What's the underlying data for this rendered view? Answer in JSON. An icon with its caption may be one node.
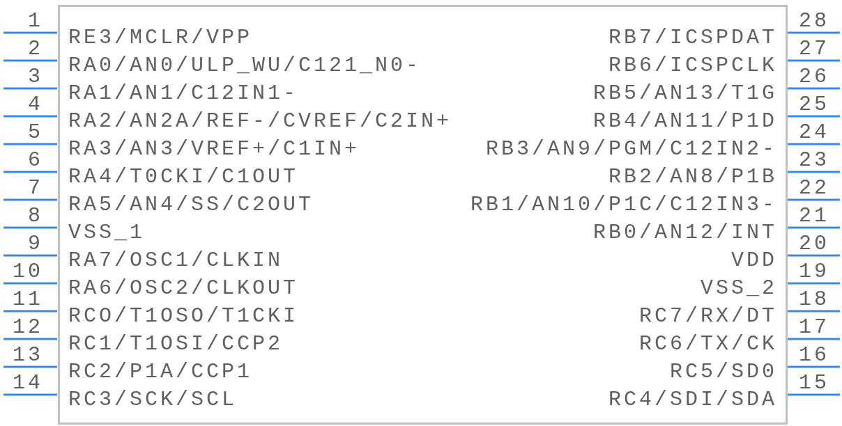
{
  "diagram": {
    "nodes": [
      {
        "text": [
          "RE3/MCLR/VPP",
          "RA0/AN0/ULP_WU/C121_N0-",
          "RA1/AN1/C12IN1-",
          "RA2/AN2A/REF-/CVREF/C2IN+",
          "RA3/AN3/VREF+/C1IN+",
          "RA4/T0CKI/C1OUT",
          "RA5/AN4/SS/C2OUT",
          "VSS_1",
          "RA7/OSC1/CLKIN",
          "RA6/OSC2/CLKOUT",
          "RCO/T1OSO/T1CKI",
          "RC1/T1OSI/CCP2",
          "RC2/P1A/CCP1",
          "RC3/SCK/SCL",
          "RB7/ICSPDAT",
          "RB6/ICSPCLK",
          "RB5/AN13/T1G",
          "RB4/AN11/P1D",
          "RB3/AN9/PGM/C12IN2-",
          "RB2/AN8/P1B",
          "RB1/AN10/P1C/C12IN3-",
          "RB0/AN12/INT",
          "VDD",
          "VSS_2",
          "RC7/RX/DT",
          "RC6/TX/CK",
          "RC5/SD0",
          "RC4/SDI/SDA"
        ]
      }
    ],
    "labels": [
      "1",
      "2",
      "3",
      "4",
      "5",
      "6",
      "7",
      "8",
      "9",
      "10",
      "11",
      "12",
      "13",
      "14",
      "28",
      "27",
      "26",
      "25",
      "24",
      "23",
      "22",
      "21",
      "20",
      "19",
      "18",
      "17",
      "16",
      "15"
    ]
  }
}
